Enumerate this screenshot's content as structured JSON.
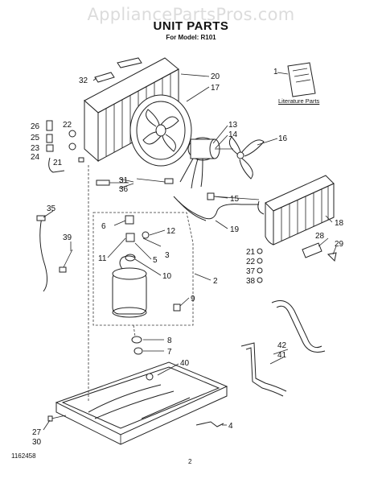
{
  "watermark": "AppliancePartsPros.com",
  "title": "UNIT PARTS",
  "subtitle": "For Model: R101",
  "literature_label": "Literature Parts",
  "doc_number": "1162458",
  "page_number": "2",
  "callouts": [
    "1",
    "2",
    "3",
    "4",
    "5",
    "6",
    "7",
    "8",
    "9",
    "10",
    "11",
    "12",
    "13",
    "14",
    "15",
    "16",
    "17",
    "18",
    "19",
    "20",
    "21",
    "22",
    "23",
    "24",
    "25",
    "26",
    "27",
    "28",
    "29",
    "30",
    "31",
    "32",
    "35",
    "36",
    "37",
    "38",
    "39",
    "40",
    "41",
    "42",
    "21",
    "22"
  ]
}
